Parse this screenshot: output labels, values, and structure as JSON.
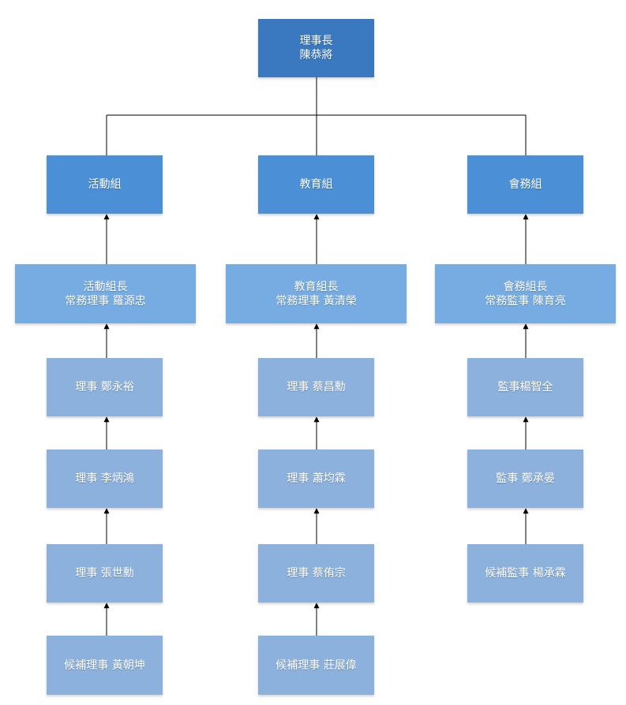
{
  "root": {
    "line1": "理事長",
    "line2": "陳恭將"
  },
  "groups": [
    {
      "name": "活動組",
      "leader": {
        "line1": "活動組長",
        "line2": "常務理事 羅源忠"
      },
      "members": [
        "理事 鄭永裕",
        "理事 李炳鴻",
        "理事 張世勳",
        "候補理事 黃朝坤"
      ]
    },
    {
      "name": "教育組",
      "leader": {
        "line1": "教育組長",
        "line2": "常務理事 黃清榮"
      },
      "members": [
        "理事 蔡昌勳",
        "理事 蕭均霖",
        "理事 蔡侑宗",
        "候補理事 莊展偉"
      ]
    },
    {
      "name": "會務組",
      "leader": {
        "line1": "會務組長",
        "line2": "常務監事 陳育亮"
      },
      "members": [
        "監事楊智全",
        "監事 鄭承晏",
        "候補監事 楊承霖"
      ]
    }
  ],
  "colors": {
    "root": "#3a78bf",
    "group": "#4b8fd7",
    "leader": "#76ace2",
    "member": "#8cb1dc",
    "connector": "#000000"
  }
}
